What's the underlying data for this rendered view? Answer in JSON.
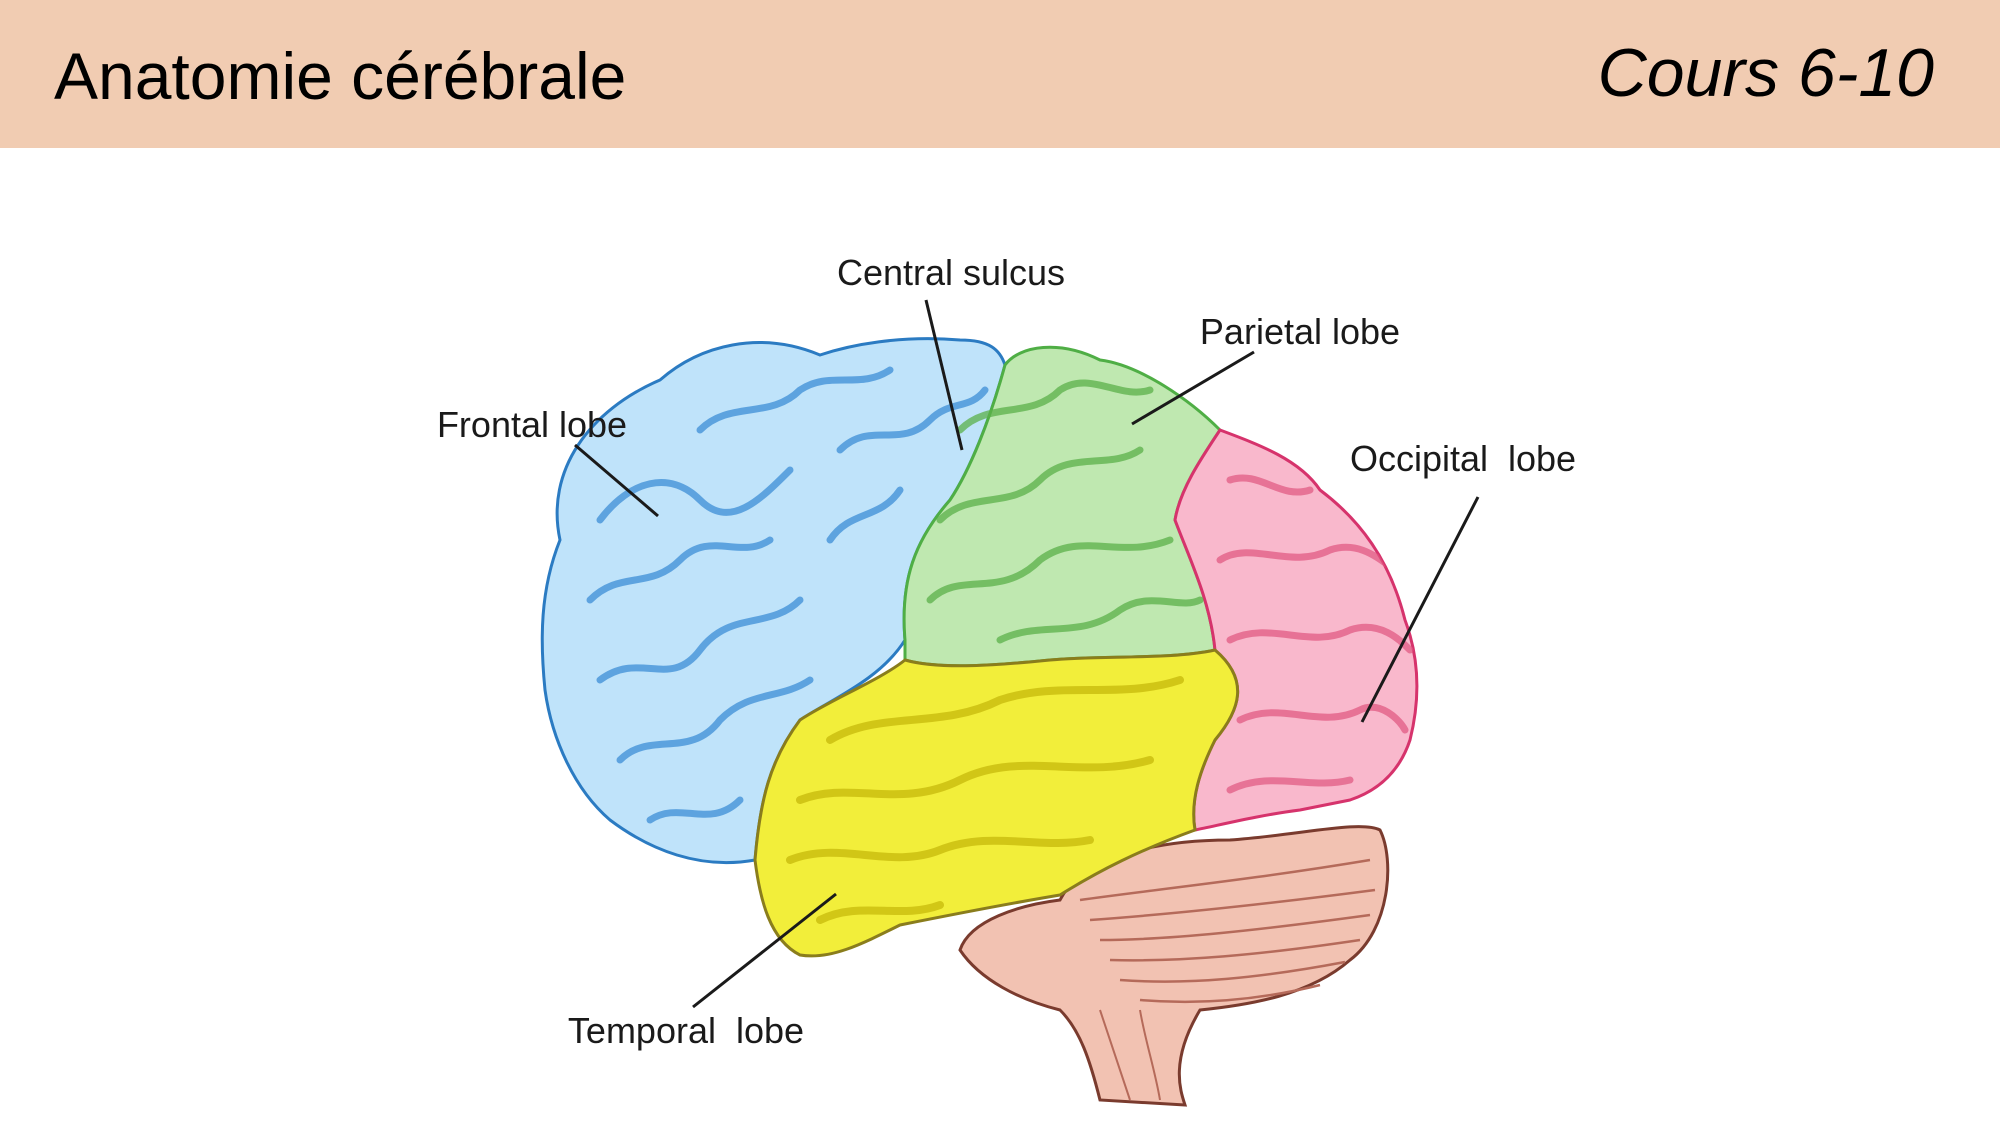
{
  "header": {
    "title": "Anatomie cérébrale",
    "course": "Cours 6-10",
    "background_color": "#f1ccb2"
  },
  "diagram": {
    "labels": {
      "central_sulcus": "Central sulcus",
      "parietal_lobe": "Parietal lobe",
      "frontal_lobe": "Frontal lobe",
      "occipital_lobe": "Occipital  lobe",
      "temporal_lobe": "Temporal  lobe"
    },
    "colors": {
      "frontal": "#bfe3fa",
      "parietal": "#bfe8b0",
      "occipital": "#f9b8cc",
      "temporal": "#f2ee3a",
      "cerebellum": "#f2c2b2",
      "outline": "#7a3b2e"
    }
  }
}
